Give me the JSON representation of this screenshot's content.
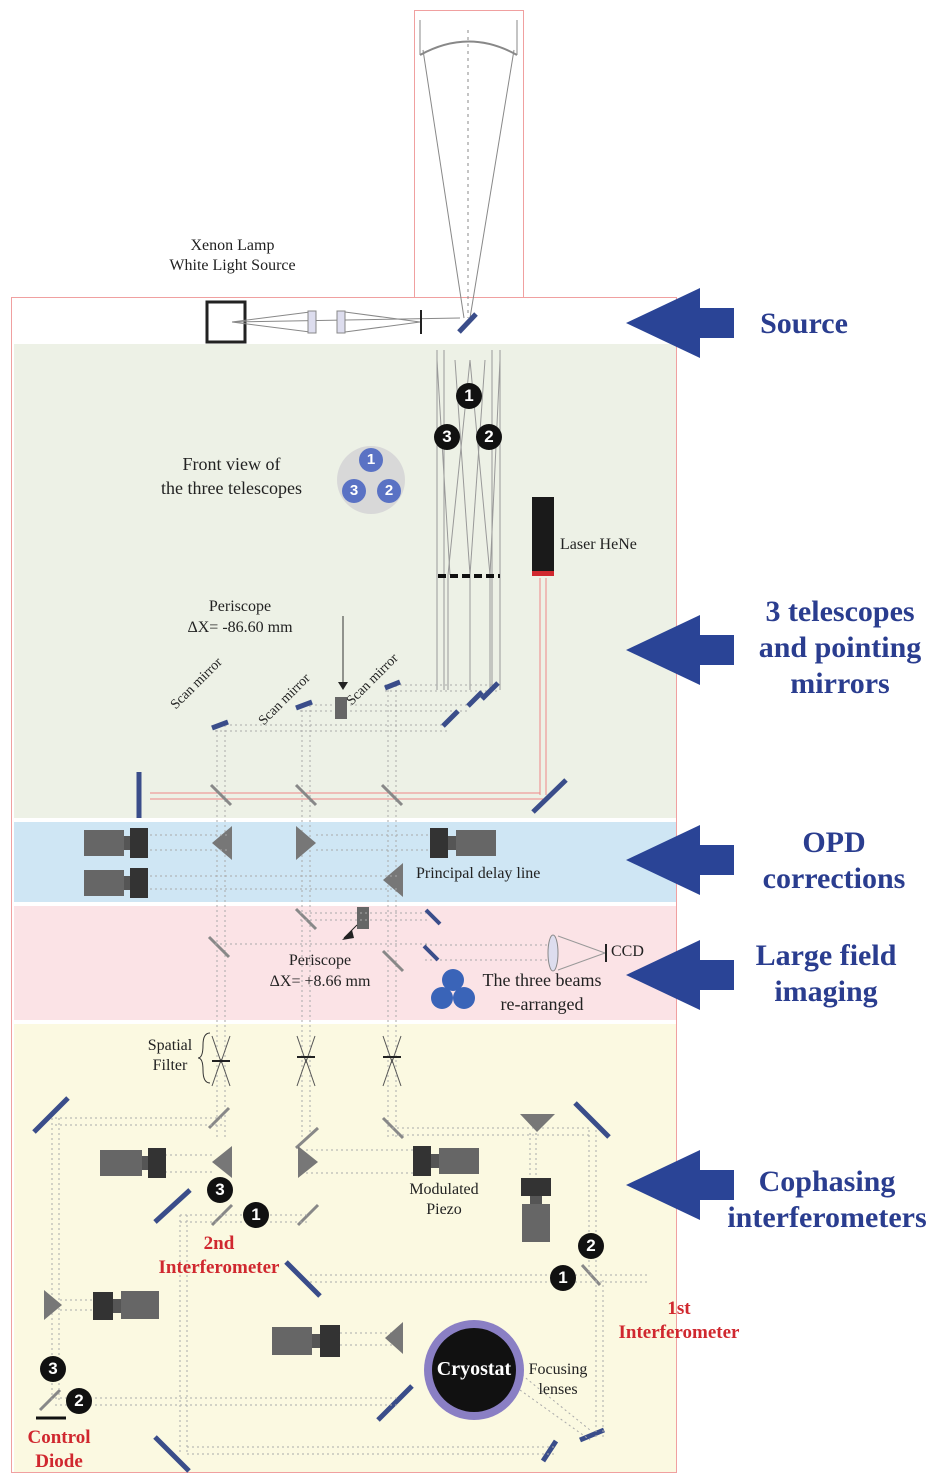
{
  "labels": {
    "xenon_line1": "Xenon Lamp",
    "xenon_line2": "White Light Source",
    "front_view_line1": "Front view of",
    "front_view_line2": "the three telescopes",
    "laser": "Laser HeNe",
    "periscope1_title": "Periscope",
    "periscope1_dx": "ΔX= -86.60 mm",
    "scan_mirror": "Scan mirror",
    "delay_line": "Principal delay line",
    "periscope2_title": "Periscope",
    "periscope2_dx": "ΔX= +8.66 mm",
    "ccd": "CCD",
    "beams_line1": "The three beams",
    "beams_line2": "re-arranged",
    "spatial_filter_line1": "Spatial",
    "spatial_filter_line2": "Filter",
    "modulated_line1": "Modulated",
    "modulated_line2": "Piezo",
    "cryostat": "Cryostat",
    "focusing_line1": "Focusing",
    "focusing_line2": "lenses"
  },
  "red_labels": {
    "second_if_line1": "2nd",
    "second_if_line2": "Interferometer",
    "first_if_line1": "1st",
    "first_if_line2": "Interferometer",
    "control_line1": "Control",
    "control_line2": "Diode"
  },
  "sections": {
    "source": "Source",
    "telescopes_line1": "3 telescopes",
    "telescopes_line2": "and pointing",
    "telescopes_line3": "mirrors",
    "opd_line1": "OPD",
    "opd_line2": "corrections",
    "large_line1": "Large field",
    "large_line2": "imaging",
    "cophasing_line1": "Cophasing",
    "cophasing_line2": "interferometers"
  },
  "badges": {
    "one": "1",
    "two": "2",
    "three": "3"
  },
  "colors": {
    "zone_telescopes": "#edf1e6",
    "zone_opd": "#cfe6f4",
    "zone_imaging": "#fbe3e6",
    "zone_cophasing": "#fbf9e1",
    "arrow_blue": "#2a4496",
    "label_red": "#d0282f"
  }
}
